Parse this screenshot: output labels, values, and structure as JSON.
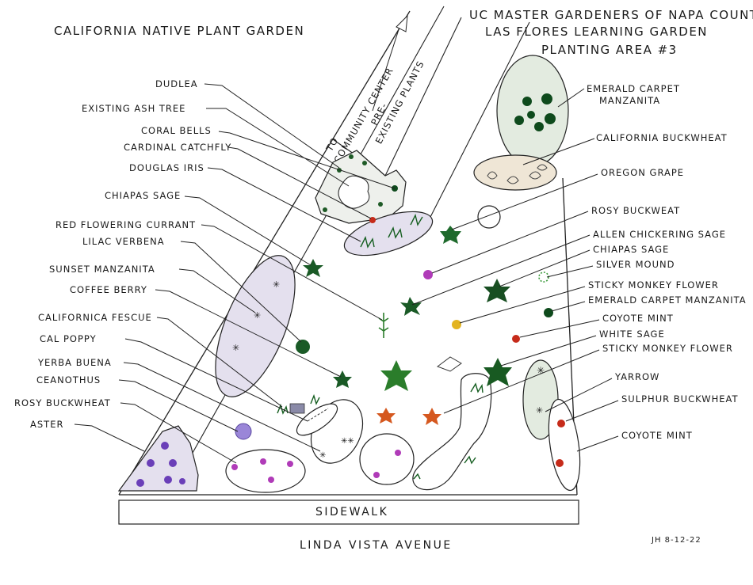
{
  "titles": {
    "left": "CALIFORNIA NATIVE PLANT GARDEN",
    "right_line1": "UC MASTER GARDENERS OF NAPA COUNTY",
    "right_line2": "LAS FLORES LEARNING GARDEN",
    "right_line3": "PLANTING AREA #3"
  },
  "paths": {
    "community_line1": "TO",
    "community_line2": "COMMUNITY CENTER",
    "pre_line1": "PRE-",
    "pre_line2": "EXISTING PLANTS"
  },
  "left_labels": [
    "DUDLEA",
    "EXISTING ASH TREE",
    "CORAL BELLS",
    "CARDINAL CATCHFLY",
    "DOUGLAS IRIS",
    "CHIAPAS SAGE",
    "RED FLOWERING CURRANT",
    "LILAC VERBENA",
    "SUNSET MANZANITA",
    "COFFEE BERRY",
    "CALIFORNICA FESCUE",
    "CAL POPPY",
    "YERBA BUENA",
    "CEANOTHUS",
    "ROSY BUCKWHEAT",
    "ASTER"
  ],
  "right_labels": [
    "EMERALD CARPET",
    "MANZANITA",
    "CALIFORNIA BUCKWHEAT",
    "OREGON GRAPE",
    "ROSY BUCKWEAT",
    "ALLEN CHICKERING SAGE",
    "CHIAPAS SAGE",
    "SILVER MOUND",
    "STICKY MONKEY FLOWER",
    "EMERALD CARPET MANZANITA",
    "COYOTE MINT",
    "WHITE SAGE",
    "STICKY MONKEY FLOWER",
    "YARROW",
    "SULPHUR BUCKWHEAT",
    "COYOTE MINT"
  ],
  "bottom": {
    "sidewalk": "SIDEWALK",
    "avenue": "LINDA VISTA AVENUE",
    "signature": "JH 8-12-22"
  },
  "colors": {
    "ink": "#1a1a1a",
    "bed_grey": "#e6e6ea",
    "bed_lavender": "#e4e0ee",
    "bed_sage": "#e3ebe0",
    "bed_tan": "#efe6d6",
    "bed_green_outline": "#2f9a2f",
    "leaf_dark": "#0e4a1c",
    "leaf_mid": "#2b7d2b",
    "flower_purple": "#6a3fb8",
    "flower_magenta": "#b03bb8",
    "flower_red": "#c62b1a",
    "flower_orange": "#d5581f",
    "flower_yellow": "#e3b420"
  }
}
